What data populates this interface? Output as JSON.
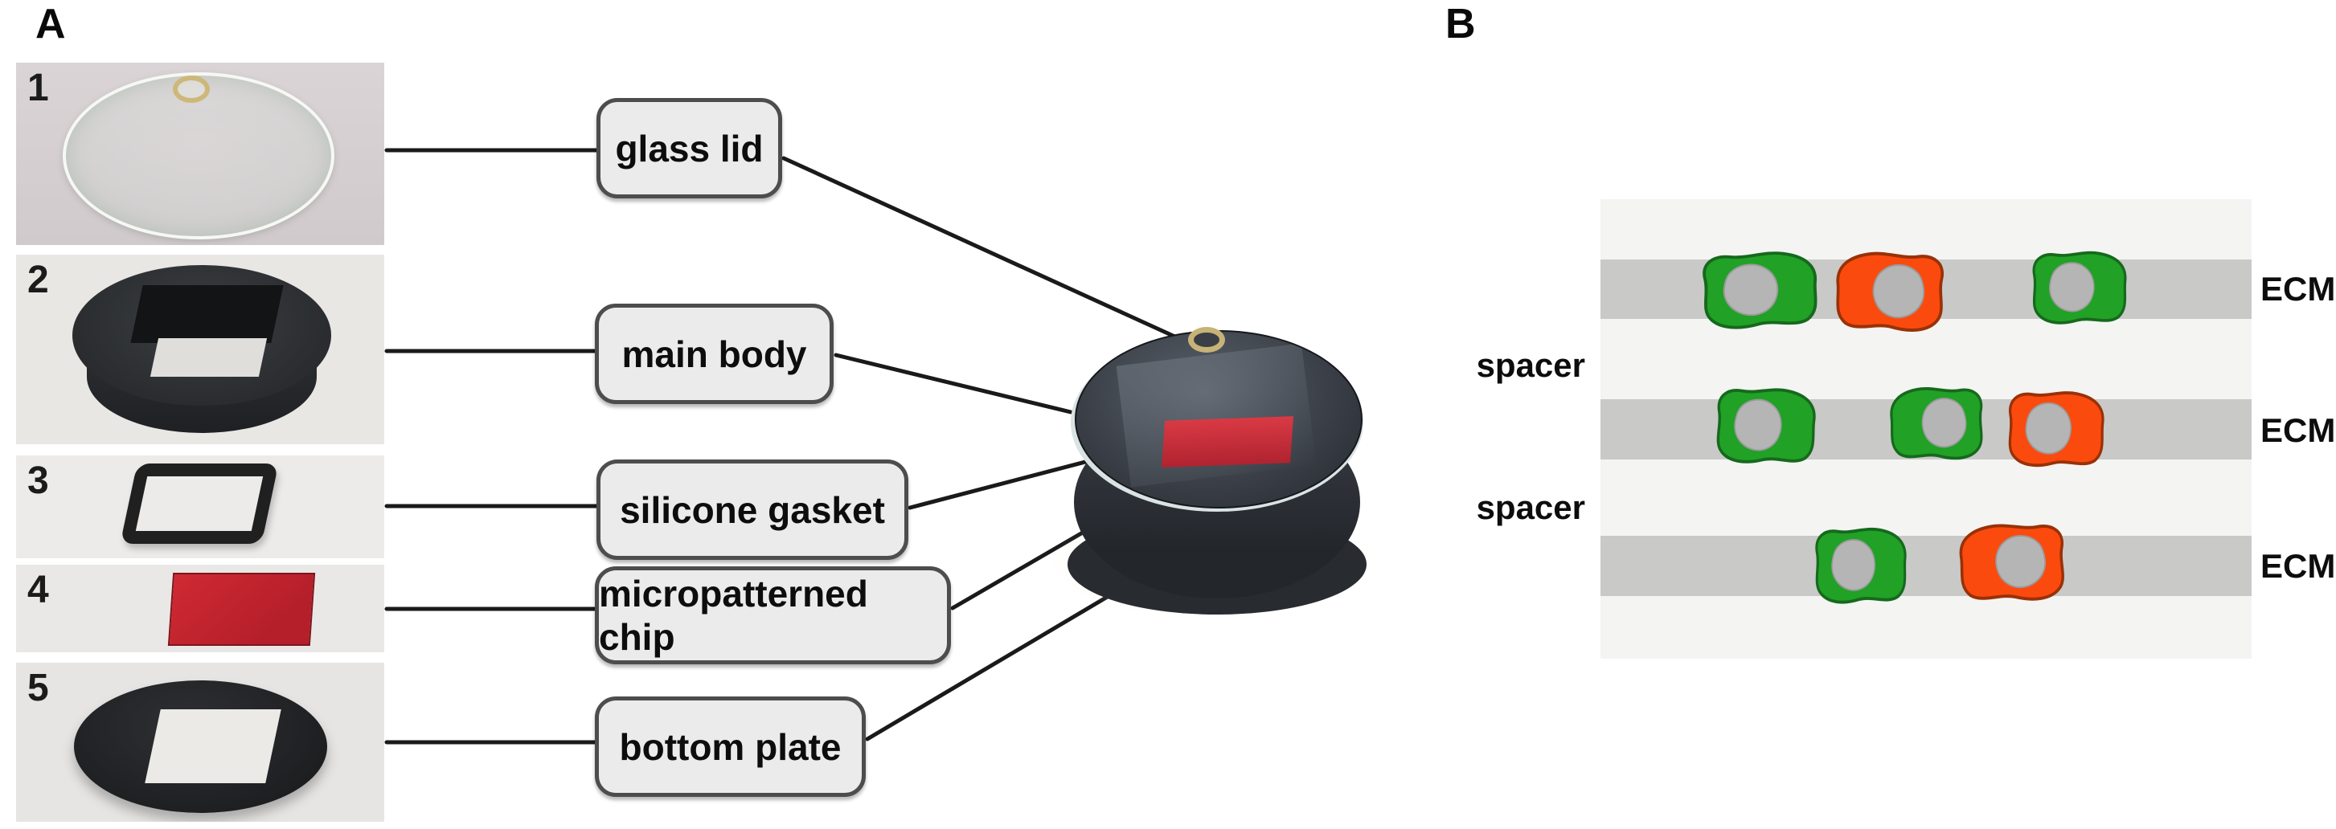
{
  "figure": {
    "panel_a": {
      "label": "A",
      "components": [
        {
          "number": "1",
          "name": "glass lid"
        },
        {
          "number": "2",
          "name": "main body"
        },
        {
          "number": "3",
          "name": "silicone gasket"
        },
        {
          "number": "4",
          "name": "micropatterned chip"
        },
        {
          "number": "5",
          "name": "bottom plate"
        }
      ]
    },
    "panel_b": {
      "label": "B",
      "spacer_labels": [
        "spacer",
        "spacer"
      ],
      "rows": [
        {
          "ecm_label": "ECM",
          "cells": [
            "green",
            "orange",
            "green"
          ]
        },
        {
          "ecm_label": "ECM",
          "cells": [
            "green",
            "green",
            "orange"
          ]
        },
        {
          "ecm_label": "ECM",
          "cells": [
            "green",
            "orange"
          ]
        }
      ],
      "colors": {
        "cell_green": "#21a126",
        "cell_green_outline": "#15691c",
        "cell_orange": "#fb4a0e",
        "cell_orange_outline": "#993107",
        "nucleus_gray": "#b5b5b5",
        "ecm_band": "#c9c9c8",
        "panel_background": "#f4f4f3"
      }
    }
  }
}
